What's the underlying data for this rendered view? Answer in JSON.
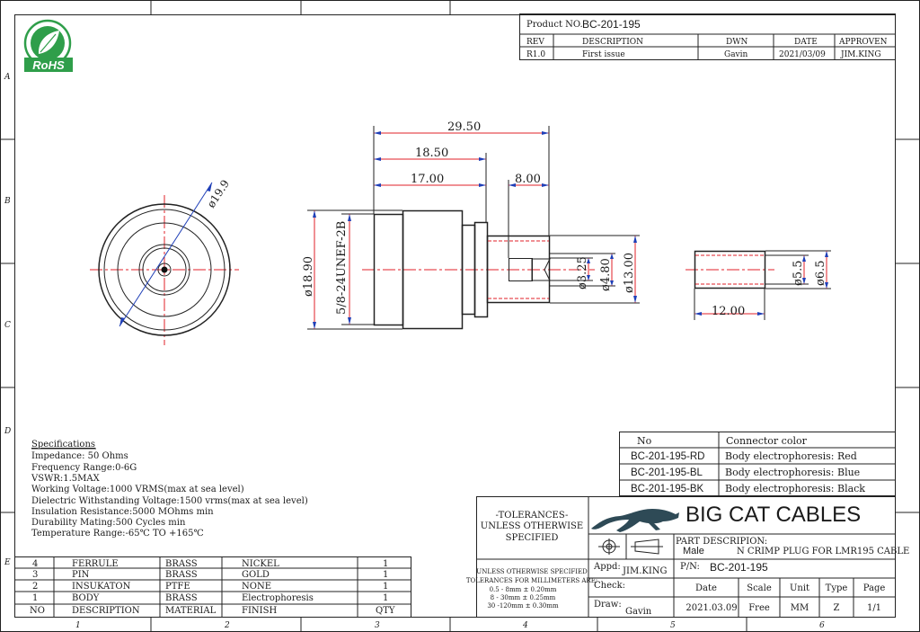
{
  "header": {
    "product_no_label": "Product NO.",
    "product_no": "BC-201-195",
    "rev_cols": [
      "REV",
      "DESCRIPTION",
      "DWN",
      "DATE",
      "APPROVEN"
    ],
    "rev_row": [
      "R1.0",
      "First issue",
      "Gavin",
      "2021/03/09",
      "JIM.KING"
    ]
  },
  "logo": {
    "text": "RoHS"
  },
  "border": {
    "col_marks": [
      "1",
      "2",
      "3",
      "4",
      "5",
      "6"
    ],
    "row_marks": [
      "A",
      "B",
      "C",
      "D",
      "E"
    ]
  },
  "dimensions": {
    "front_dia": "ø19.9",
    "overall_len": "29.50",
    "len_18": "18.50",
    "len_17": "17.00",
    "len_8": "8.00",
    "dia_18_9": "ø18.90",
    "thread": "5/8-24UNEF-2B",
    "dia_3_25": "ø3.25",
    "dia_4_80": "ø4.80",
    "dia_13": "ø13.00",
    "ferrule_len": "12.00",
    "ferrule_id": "ø5.5",
    "ferrule_od": "ø6.5"
  },
  "specs": {
    "title": "Specifications",
    "lines": [
      "Impedance: 50 Ohms",
      "Frequency Range:0-6G",
      "VSWR:1.5MAX",
      "Working Voltage:1000 VRMS(max at sea level)",
      "Dielectric Withstanding Voltage:1500 vrms(max at sea level)",
      "Insulation Resistance:5000 MOhms min",
      "Durability Mating:500 Cycles min",
      "Temperature Range:-65℃ TO +165℃"
    ]
  },
  "bom": {
    "rows": [
      [
        "4",
        "FERRULE",
        "BRASS",
        "NICKEL",
        "1"
      ],
      [
        "3",
        "PIN",
        "BRASS",
        "GOLD",
        "1"
      ],
      [
        "2",
        "INSUKATON",
        "PTFE",
        "NONE",
        "1"
      ],
      [
        "1",
        "BODY",
        "BRASS",
        "Electrophoresis",
        "1"
      ]
    ],
    "header": [
      "NO",
      "DESCRIPTION",
      "MATERIAL",
      "FINISH",
      "QTY"
    ]
  },
  "color_table": {
    "header": [
      "No",
      "Connector color"
    ],
    "rows": [
      [
        "BC-201-195-RD",
        "Body electrophoresis: Red"
      ],
      [
        "BC-201-195-BL",
        "Body electrophoresis: Blue"
      ],
      [
        "BC-201-195-BK",
        "Body electrophoresis: Black"
      ]
    ]
  },
  "tolerances": {
    "title_lines": [
      "-TOLERANCES-",
      "UNLESS OTHERWISE",
      "SPECIFIED"
    ],
    "detail_lines": [
      "UNLESS OTHERWISE SPECIFIED",
      "TOLERANCES FOR MILLIMETERS ARE:",
      "0.5 - 8mm ± 0.20mm",
      "8 - 30mm ± 0.25mm",
      "30 -120mm ± 0.30mm"
    ]
  },
  "title_block": {
    "company": "BIG CAT CABLES",
    "part_desc_label": "PART DESCRIPION:",
    "part_gender": "Male",
    "part_desc": "N CRIMP PLUG FOR LMR195 CABLE",
    "appd_label": "Appd:",
    "appd": "JIM.KING",
    "pn_label": "P/N:",
    "pn": "BC-201-195",
    "check_label": "Check:",
    "draw_label": "Draw:",
    "draw": "Gavin",
    "cols": [
      "Date",
      "Scale",
      "Unit",
      "Type",
      "Page"
    ],
    "vals": [
      "2021.03.09",
      "Free",
      "MM",
      "Z",
      "1/1"
    ]
  }
}
